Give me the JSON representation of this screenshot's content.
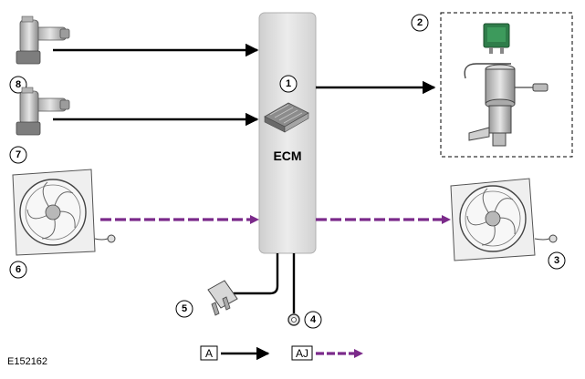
{
  "diagram": {
    "ecm_label": "ECM",
    "figure_id": "E152162",
    "callouts": {
      "c1": "1",
      "c2": "2",
      "c3": "3",
      "c4": "4",
      "c5": "5",
      "c6": "6",
      "c7": "7",
      "c8": "8"
    },
    "legend": {
      "hardwired_label": "A",
      "can_label": "AJ"
    },
    "colors": {
      "can_bus": "#7b2a8a",
      "wire": "#000000",
      "ecm_fill": "#e4e4e4"
    },
    "icons": {
      "sensor_top": "connector-sensor-icon",
      "sensor_mid": "connector-sensor-icon",
      "fan_left": "cooling-fan-icon",
      "fan_right": "cooling-fan-icon",
      "fuse": "fuse-icon",
      "ground": "ground-eyelet-icon",
      "relay": "relay-icon",
      "pump": "coolant-pump-icon",
      "chip": "ecm-chip-icon"
    }
  }
}
